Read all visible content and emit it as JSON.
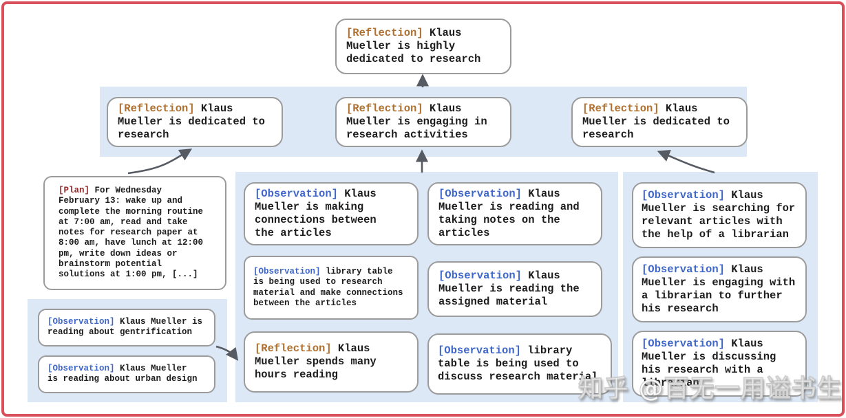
{
  "colors": {
    "frame_border": "#d94f5c",
    "panel_bg": "#dce8f6",
    "node_border": "#9b9b9b",
    "reflection_label": "#b0702f",
    "observation_label": "#3f67c9",
    "plan_label": "#8e2a2a",
    "arrow": "#565b63",
    "body_text": "#1c1c1c"
  },
  "nodes": {
    "root": {
      "label": "[Reflection]",
      "text": " Klaus\nMueller is highly\ndedicated to research"
    },
    "reflections": [
      {
        "label": "[Reflection]",
        "text": " Klaus\nMueller is dedicated to\nresearch"
      },
      {
        "label": "[Reflection]",
        "text": " Klaus\nMueller is engaging in\nresearch activities"
      },
      {
        "label": "[Reflection]",
        "text": " Klaus\nMueller is dedicated to\nresearch"
      }
    ],
    "plan": {
      "label": "[Plan]",
      "text": " For Wednesday\nFebruary 13: wake up and\ncomplete the morning routine\nat 7:00 am, read and take\nnotes for research paper at\n8:00 am, have lunch at 12:00\npm, write down ideas or\nbrainstorm potential\nsolutions at 1:00 pm, [...]"
    },
    "left_observations": [
      {
        "label": "[Observation]",
        "text": " Klaus Mueller is\nreading about gentrification"
      },
      {
        "label": "[Observation]",
        "text": " Klaus Mueller\nis reading about urban design"
      }
    ],
    "middle_nodes": [
      {
        "label": "[Observation]",
        "text": " Klaus\nMueller is making\nconnections between\nthe articles"
      },
      {
        "label": "[Observation]",
        "text": " library table\nis being used to research\nmaterial and make connections\nbetween the articles"
      },
      {
        "label": "[Reflection]",
        "text": " Klaus\nMueller spends many\nhours reading"
      },
      {
        "label": "[Observation]",
        "text": " Klaus\nMueller is reading and\ntaking notes on the\narticles"
      },
      {
        "label": "[Observation]",
        "text": " Klaus\nMueller is reading the\nassigned material"
      },
      {
        "label": "[Observation]",
        "text": " library\ntable is being used to\ndiscuss research material"
      }
    ],
    "right_nodes": [
      {
        "label": "[Observation]",
        "text": " Klaus\nMueller is searching for\nrelevant articles with\nthe help of a librarian"
      },
      {
        "label": "[Observation]",
        "text": " Klaus\nMueller is engaging with\na librarian to further\nhis research"
      },
      {
        "label": "[Observation]",
        "text": " Klaus\nMueller is discussing\nhis research with a\nlibrarian"
      }
    ]
  },
  "watermark": {
    "text": "知乎 @百无一用谥书生"
  }
}
